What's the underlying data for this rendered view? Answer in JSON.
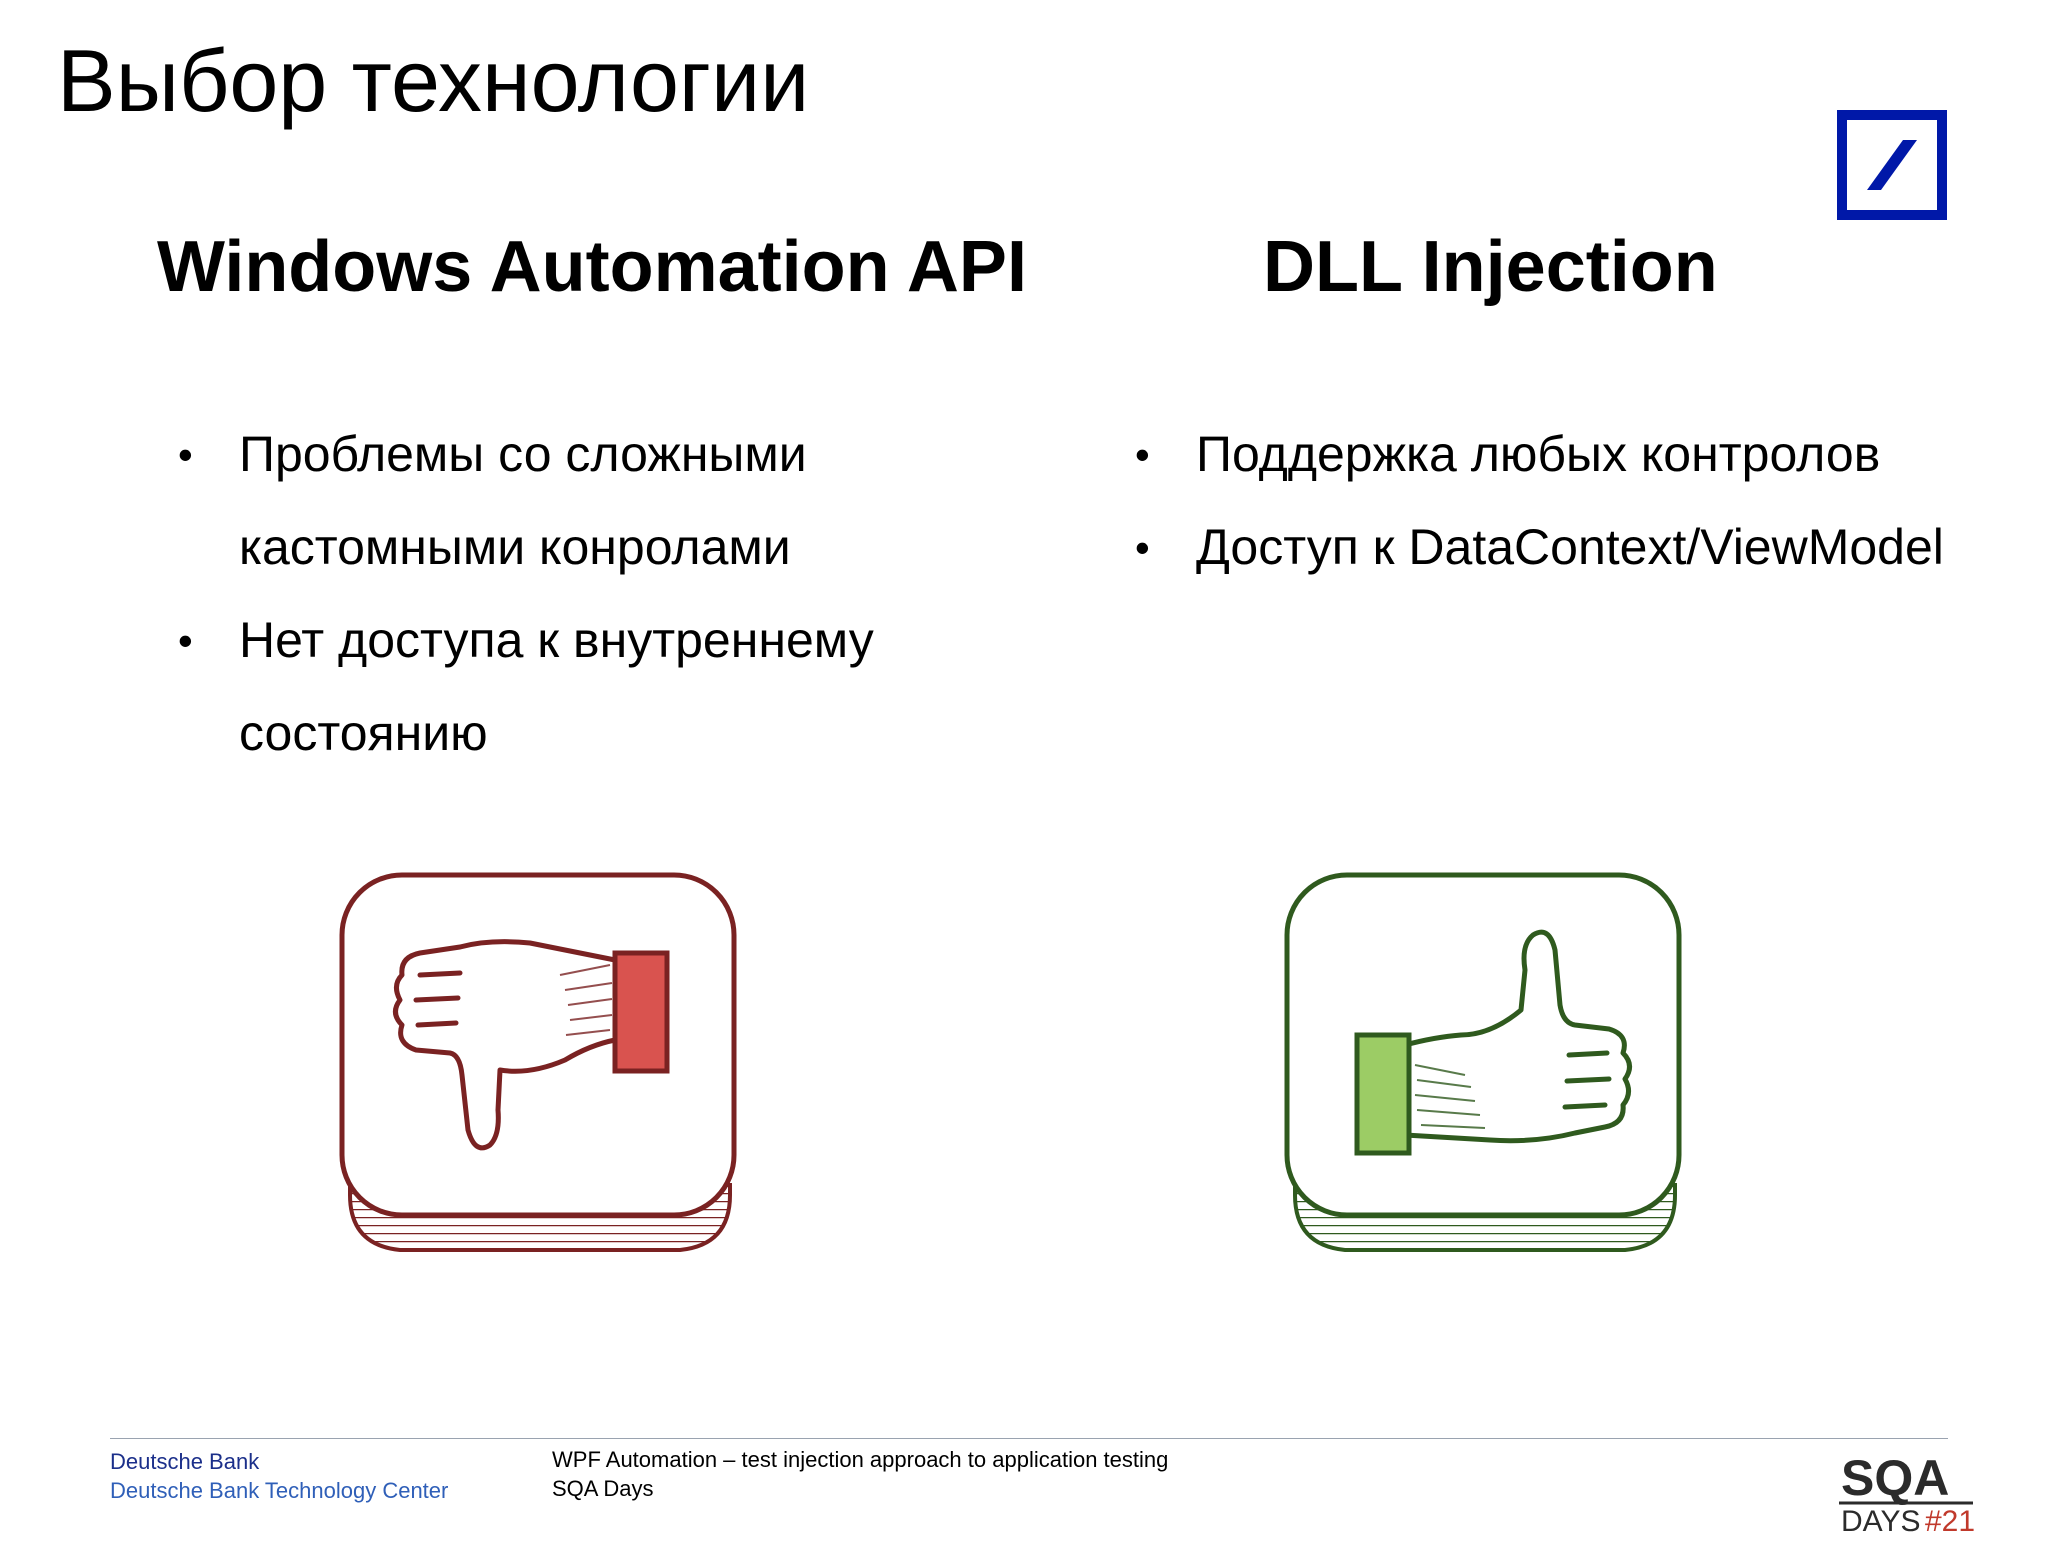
{
  "slide": {
    "title": "Выбор технологии"
  },
  "columns": [
    {
      "heading": "Windows Automation API",
      "bullets": [
        "Проблемы со сложными кастомными конролами",
        "Нет доступа к внутреннему состоянию"
      ],
      "icon": "thumbs-down-icon",
      "icon_color": "#7a2222",
      "icon_fill": "#d9534f"
    },
    {
      "heading": "DLL Injection",
      "bullets": [
        "Поддержка любых контролов",
        "Доступ к DataContext/ViewModel"
      ],
      "icon": "thumbs-up-icon",
      "icon_color": "#2f5a1e",
      "icon_fill": "#9ccc65"
    }
  ],
  "footer": {
    "company": "Deutsche Bank",
    "division": "Deutsche Bank Technology Center",
    "presentation_title": "WPF Automation – test injection approach to application testing",
    "event": "SQA Days"
  },
  "logos": {
    "db_logo": {
      "icon": "deutsche-bank-logo",
      "color": "#0018a8"
    },
    "sqa_logo": {
      "icon": "sqa-days-logo",
      "text_top": "SQA",
      "text_bottom": "DAYS",
      "number": "#21",
      "color_main": "#2b2b2b",
      "color_number": "#c0392b"
    }
  },
  "colors": {
    "footer_company": "#1b2f8a",
    "footer_division": "#2f5fb8"
  }
}
